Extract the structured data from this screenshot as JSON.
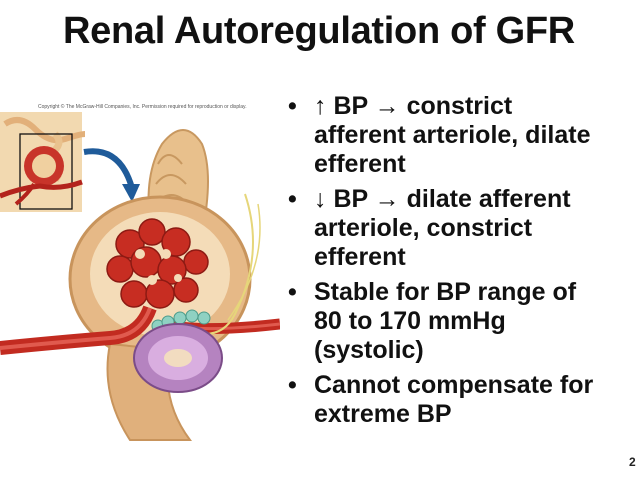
{
  "slide": {
    "title": "Renal Autoregulation of GFR",
    "copyright": "Copyright © The McGraw-Hill Companies, Inc. Permission required for reproduction or display.",
    "bullet_marker": "•",
    "bullets": [
      "↑ BP → constrict\nafferent arteriole, dilate\nefferent",
      "↓ BP → dilate afferent\narteriole, constrict\nefferent",
      "Stable for BP range of\n80 to 170 mmHg\n(systolic)",
      "Cannot compensate for\nextreme BP"
    ],
    "page_number": "2"
  }
}
